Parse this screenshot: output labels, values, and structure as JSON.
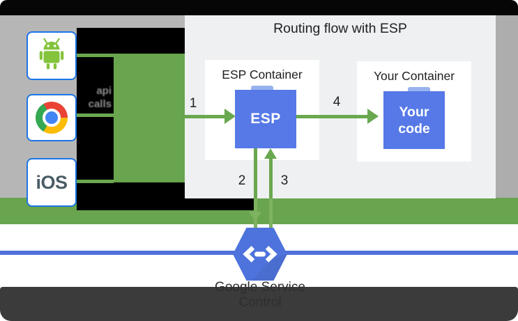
{
  "panel": {
    "title": "Routing flow with ESP",
    "esp_container": {
      "title": "ESP Container",
      "box_label": "ESP"
    },
    "your_container": {
      "title": "Your Container",
      "box_line1": "Your",
      "box_line2": "code"
    }
  },
  "flow": {
    "step1": "1",
    "step2": "2",
    "step3": "3",
    "step4": "4"
  },
  "clients": {
    "ios_label": "iOS",
    "android": "android-client",
    "chrome": "chrome-client",
    "api_calls": {
      "line1": "api",
      "line2": "calls"
    }
  },
  "service": {
    "line1": "Google Service",
    "line2": "Control"
  },
  "colors": {
    "band_green": "#68a54e",
    "arrow_green": "#6aa84f",
    "crossing_green": "#7eb25e",
    "box_blue": "#5679e7",
    "tab_blue": "#98b2ef",
    "hexagon_blue": "#4e73dc",
    "service_line_blue": "#4d70da",
    "panel_gray": "#eef0f1",
    "left_gray": "#b6b6b6",
    "right_gray": "#adadad",
    "client_border_blue": "#1b74e8",
    "top_band_black": "#060606",
    "bottom_band_gray": "#3b3b3b"
  }
}
